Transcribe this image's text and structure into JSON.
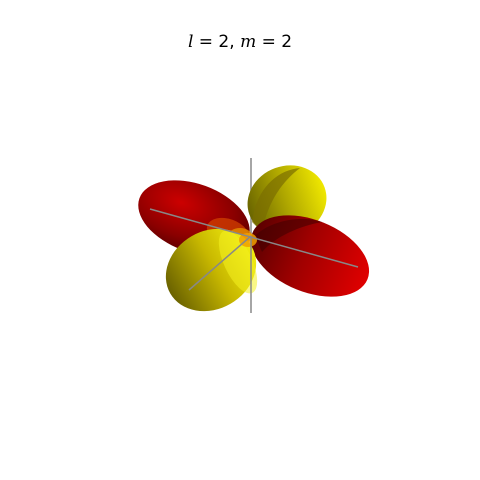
{
  "figure": {
    "title_l": "l",
    "title_eq1": " = 2, ",
    "title_m": "m",
    "title_eq2": " = 2",
    "colors": {
      "lobe_positive": "#e00000",
      "lobe_positive_dark": "#5a0000",
      "lobe_negative": "#e8e000",
      "lobe_negative_dark": "#5a5a00",
      "axis": "#888888",
      "background": "#ffffff"
    }
  }
}
